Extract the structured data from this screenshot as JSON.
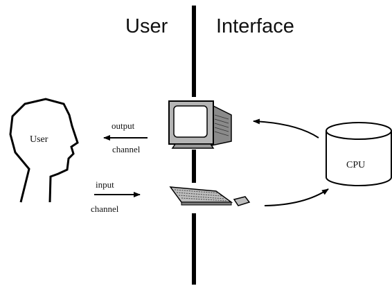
{
  "headings": {
    "user_side": "User",
    "interface_side": "Interface"
  },
  "nodes": {
    "user": "User",
    "cpu": "CPU"
  },
  "channels": {
    "output": [
      "output",
      "channel"
    ],
    "input": [
      "input",
      "channel"
    ]
  },
  "icons": {
    "head": "human-head-profile-icon",
    "monitor": "crt-monitor-icon",
    "keyboard": "keyboard-icon",
    "mouse": "mouse-icon",
    "cpu": "cylinder-cpu-icon"
  },
  "colors": {
    "line": "#000000",
    "monitor_body": "#b5b5b5",
    "monitor_shade": "#8a8a8a",
    "screen": "#ffffff",
    "keyboard": "#bdbdbd"
  }
}
